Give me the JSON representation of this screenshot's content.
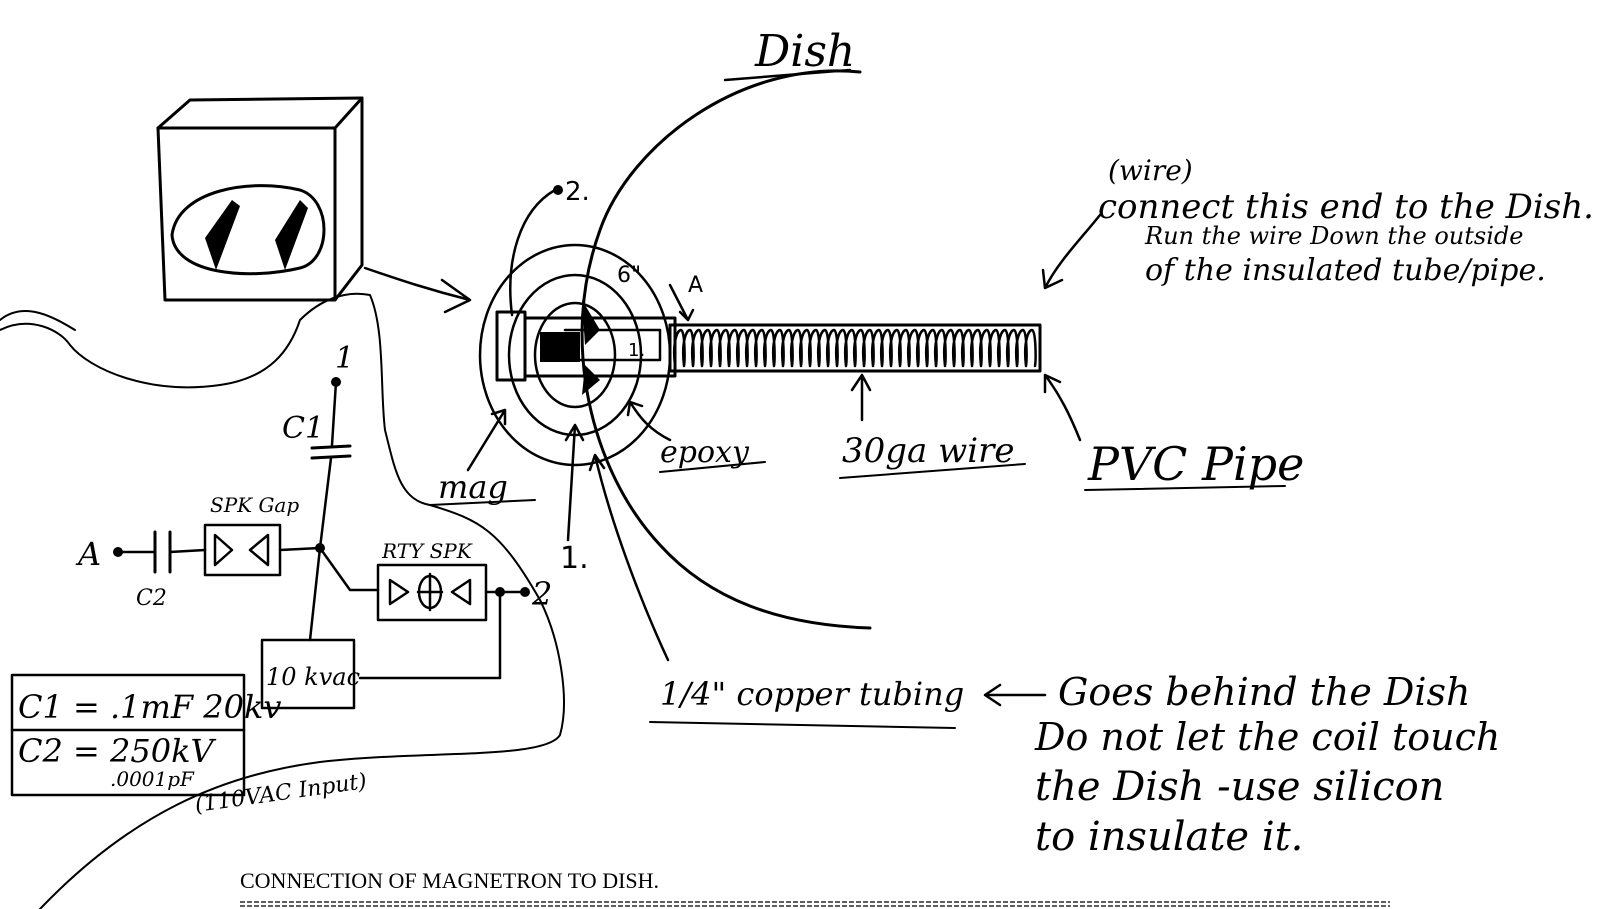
{
  "labels": {
    "dish": "Dish",
    "point_2_top": "2.",
    "six_inch": "6\"",
    "point_a_mark": "A",
    "tube_one": "1.",
    "wire_note": "(wire)",
    "connect_line1": "connect this end to the Dish.",
    "connect_line2": "Run the wire Down the outside",
    "connect_line3": "of the insulated tube/pipe.",
    "epoxy": "epoxy",
    "wire_30ga": "30ga wire",
    "pvc_pipe": "PVC Pipe",
    "mag": "mag",
    "point_1_bottom": "1.",
    "copper_tubing": "1/4\" copper tubing",
    "goes_behind_1": "Goes behind the Dish",
    "goes_behind_2": "Do not let the coil touch",
    "goes_behind_3": "the Dish -use silicon",
    "goes_behind_4": "to insulate it.",
    "c1": "C1",
    "terminal_1": "1",
    "spk_gap": "SPK Gap",
    "rty_spk": "RTY SPK",
    "terminal_a": "A",
    "c2": "C2",
    "terminal_2": "2",
    "ten_kvac": "10 kvac",
    "c1_spec": "C1 = .1mF 20kv",
    "c2_spec": "C2 = 250kV",
    "c2_spec2": ".0001pF",
    "input": "(110VAC Input)",
    "caption": "CONNECTION OF MAGNETRON TO DISH."
  }
}
